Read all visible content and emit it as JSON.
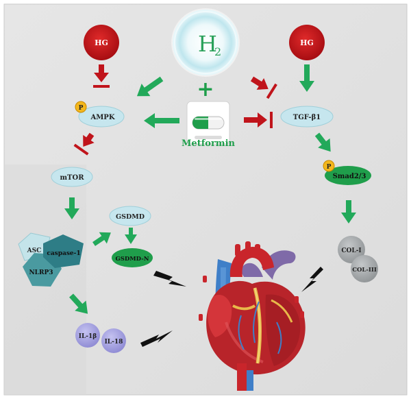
{
  "nodes": {
    "h2": "H",
    "h2_sub": "2",
    "hg_left": "HG",
    "hg_right": "HG",
    "ampk": "AMPK",
    "ampk_p": "P",
    "tgf": "TGF-β1",
    "mtor": "mTOR",
    "smad": "Smad2/3",
    "smad_p": "P",
    "metformin": "Metformin",
    "plus": "+",
    "gsdmd": "GSDMD",
    "gsdmd_n": "GSDMD-N",
    "asc": "ASC",
    "caspase": "caspase-1",
    "nlrp3": "NLRP3",
    "il1b": "IL-1β",
    "il18": "IL-18",
    "col1": "COL-I",
    "col3": "COL-III"
  },
  "colors": {
    "activation": "#22a95a",
    "inhibition": "#c0141b",
    "pale_node": "#c6e6ee",
    "green_node": "#1f9e4b",
    "gray_node": "#a8acae",
    "purple_node": "#a9a6e0",
    "inflammasome": "#4a9aa0",
    "background": "#e3e3e3"
  },
  "icons": {
    "h2": "h2-bubble-icon",
    "metformin": "capsule-icon",
    "heart": "heart-icon",
    "lightning": "lightning-bolt-icon"
  }
}
